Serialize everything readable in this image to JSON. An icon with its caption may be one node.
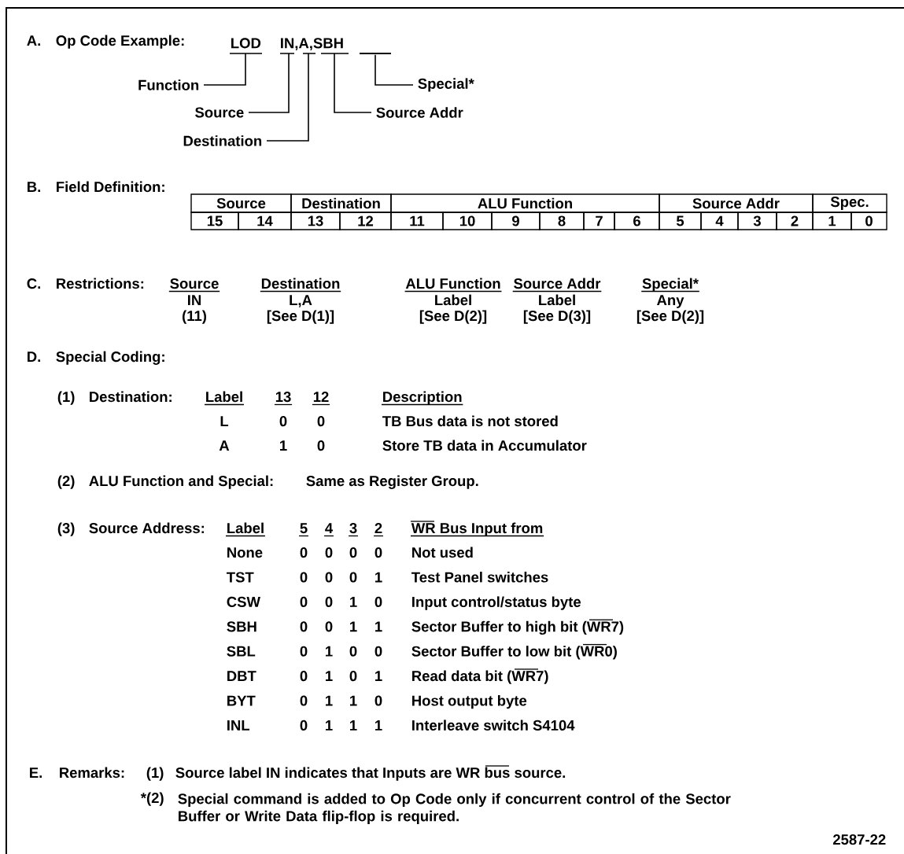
{
  "diagram": {
    "nodes": [
      {
        "text": [
          "Function"
        ]
      },
      {
        "text": [
          "Special*"
        ]
      },
      {
        "text": [
          "Source"
        ]
      },
      {
        "text": [
          "Source Addr"
        ]
      },
      {
        "text": [
          "Destination"
        ]
      },
      {
        "text": [
          "LOD"
        ]
      },
      {
        "text": [
          "IN,A,SBH"
        ]
      },
      {
        "text": [],
        "shape": "bar"
      }
    ],
    "edges": [
      {
        "from": 0,
        "to": 5,
        "arrow": "none"
      },
      {
        "from": 1,
        "to": 7,
        "arrow": "none"
      },
      {
        "from": 2,
        "to": 6,
        "arrow": "none"
      },
      {
        "from": 3,
        "to": 6,
        "arrow": "none"
      },
      {
        "from": 4,
        "to": 6,
        "arrow": "none"
      }
    ],
    "labels": [
      "A.",
      "Op Code Example:",
      "B.",
      "Field Definition:",
      "Source",
      "Destination",
      "ALU Function",
      "Source Addr",
      "Spec.",
      "15",
      "14",
      "13",
      "12",
      "11",
      "10",
      "9",
      "8",
      "7",
      "6",
      "5",
      "4",
      "3",
      "2",
      "1",
      "0",
      "C.",
      "Restrictions:",
      "Source",
      "Destination",
      "ALU Function",
      "Source Addr",
      "Special*",
      "IN",
      "L,A",
      "Label",
      "Label",
      "Any",
      "(11)",
      "[See D(1)]",
      "[See D(2)]",
      "[See D(3)]",
      "[See D(2)]",
      "D.",
      "Special Coding:",
      "(1)",
      "Destination:",
      "Label",
      "13",
      "12",
      "Description",
      "L",
      "0",
      "0",
      "TB Bus data is not stored",
      "A",
      "1",
      "0",
      "Store TB data in Accumulator",
      "(2)",
      "ALU Function and Special:",
      "Same as Register Group.",
      "(3)",
      "Source Address:",
      "Label",
      "5",
      "4",
      "3",
      "2",
      "WR Bus Input from",
      "None",
      "0",
      "0",
      "0",
      "0",
      "Not used",
      "TST",
      "0",
      "0",
      "0",
      "1",
      "Test Panel switches",
      "CSW",
      "0",
      "0",
      "1",
      "0",
      "Input control/status byte",
      "SBH",
      "0",
      "0",
      "1",
      "1",
      "Sector Buffer to high bit (WR7)",
      "SBL",
      "0",
      "1",
      "0",
      "0",
      "Sector Buffer to low bit (WR0)",
      "DBT",
      "0",
      "1",
      "0",
      "1",
      "Read data bit (WR7)",
      "BYT",
      "0",
      "1",
      "1",
      "0",
      "Host output byte",
      "INL",
      "0",
      "1",
      "1",
      "1",
      "Interleave switch S4104",
      "E.",
      "Remarks:",
      "(1)",
      "Source label IN indicates that Inputs are WR bus source.",
      "*(2)",
      "Special command is added to Op Code only if concurrent control of the Sector Buffer or Write Data flip-flop is required.",
      "2587-22"
    ]
  }
}
